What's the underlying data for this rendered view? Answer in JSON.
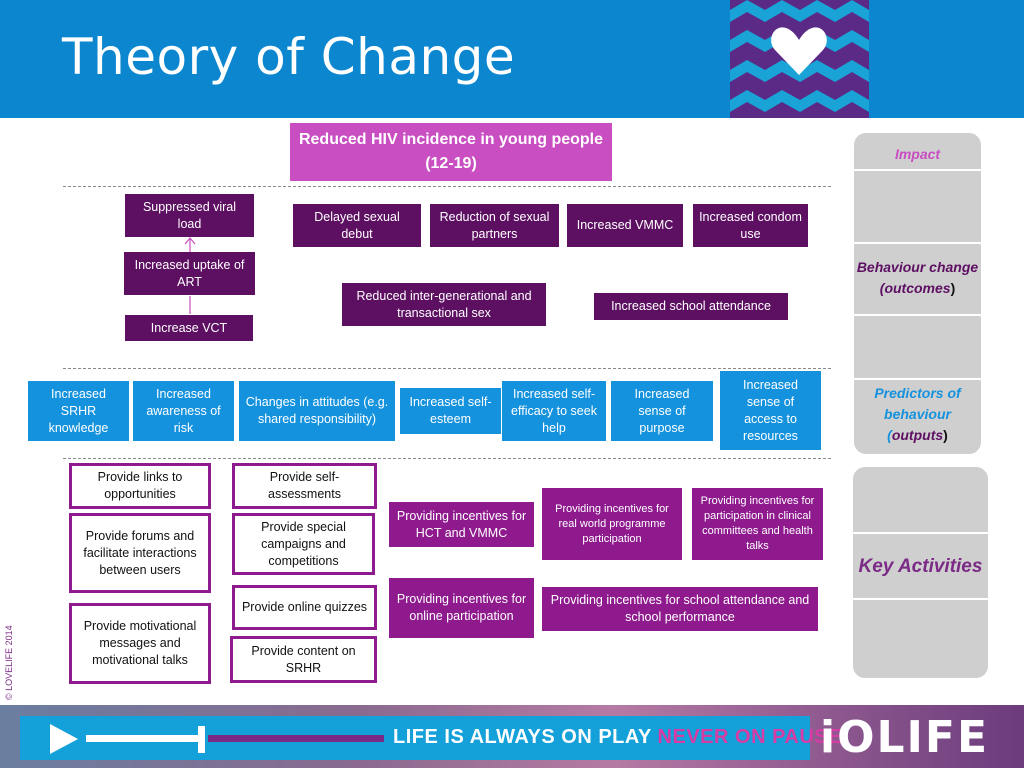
{
  "title": "Theory of Change",
  "impact_box": "Reduced HIV incidence in young people (12-19)",
  "outcomes": {
    "suppressed_viral_load": "Suppressed viral load",
    "increased_uptake_art": "Increased uptake of ART",
    "increase_vct": "Increase VCT",
    "delayed_sexual_debut": "Delayed sexual debut",
    "reduction_sexual_partners": "Reduction of sexual partners",
    "increased_vmmc": "Increased VMMC",
    "increased_condom_use": "Increased condom use",
    "reduced_intergen_sex": "Reduced inter-generational and transactional sex",
    "increased_school_attendance": "Increased school attendance"
  },
  "predictors": [
    "Increased SRHR knowledge",
    "Increased awareness of risk",
    "Changes in attitudes (e.g. shared responsibility)",
    "Increased self-esteem",
    "Increased self-efficacy to seek help",
    "Increased sense of purpose",
    "Increased sense of access to resources"
  ],
  "activities": {
    "links_to_opportunities": "Provide links to opportunities",
    "forums": "Provide forums and facilitate interactions between users",
    "motivational": "Provide motivational messages and motivational talks",
    "self_assessments": "Provide self-assessments",
    "special_campaigns": "Provide special campaigns and competitions",
    "online_quizzes": "Provide online quizzes",
    "content_srhr": "Provide content on SRHR",
    "incentives_hct_vmmc": "Providing incentives for HCT and VMMC",
    "incentives_online": "Providing incentives for online participation",
    "incentives_real_world": "Providing incentives for real world programme participation",
    "incentives_clinical": "Providing incentives for participation in clinical committees and health talks",
    "incentives_school": "Providing incentives for school attendance and school performance"
  },
  "legend": {
    "impact": "Impact",
    "behaviour_change_a": "Behaviour change (",
    "behaviour_change_b": "outcomes",
    "behaviour_change_c": ")",
    "predictors_a": "Predictors of behaviour (",
    "predictors_b": "outputs",
    "predictors_c": ")",
    "key_activities": "Key Activities"
  },
  "copyright": "© LOVELIFE 2014",
  "footer": {
    "tagline_a": "LIFE IS ALWAYS ON PLAY",
    "tagline_b": "NEVER ON PAUSE",
    "logo": "iOLIFE"
  },
  "colors": {
    "header_blue": "#0b86cf",
    "dark_purple": "#5d0f62",
    "magenta": "#8e1a8e",
    "predictor_blue": "#1592dd",
    "impact_pink": "#c84ec2",
    "legend_purple": "#7b2a86",
    "legend_blue": "#1592dd"
  }
}
